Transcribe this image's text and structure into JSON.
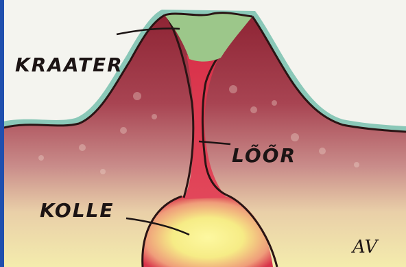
{
  "labels": {
    "crater": "KRAATER",
    "vent": "LÕÕR",
    "chamber": "KOLLE"
  },
  "signature": "AV",
  "colors": {
    "sky": "#f4f4ef",
    "outline_teal": "#8ac8b8",
    "crater_green": "#9cc78a",
    "rock_dark": "#8e2434",
    "rock_mid": "#b96470",
    "rock_light": "#e7c7a6",
    "ground_pale": "#f2e7a8",
    "magma_red": "#d8324a",
    "magma_core": "#fbf48a",
    "border_blue": "#1f4fae"
  }
}
